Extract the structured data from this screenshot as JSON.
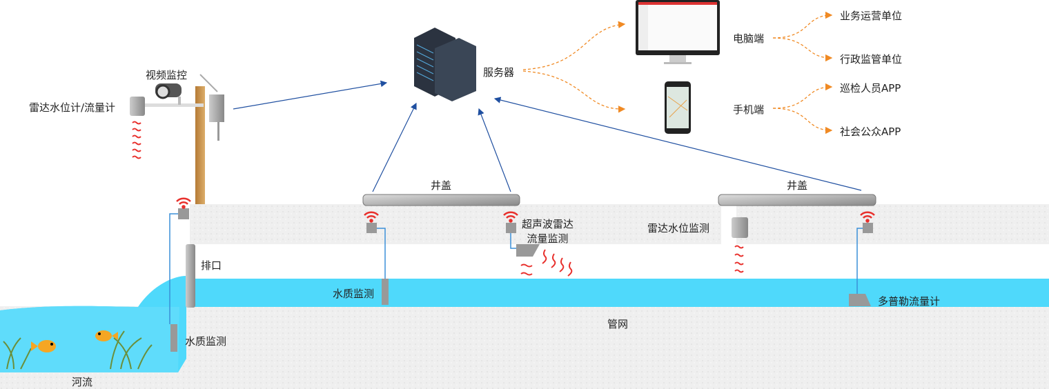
{
  "labels": {
    "video": "视频监控",
    "radar_level_flow": "雷达水位计/流量计",
    "server": "服务器",
    "pc": "电脑端",
    "mobile": "手机端",
    "biz_unit": "业务运营单位",
    "admin_unit": "行政监管单位",
    "patrol_app": "巡检人员APP",
    "public_app": "社会公众APP",
    "manhole1": "井盖",
    "manhole2": "井盖",
    "ultrasonic_1": "超声波雷达",
    "ultrasonic_2": "流量监测",
    "radar_level": "雷达水位监测",
    "outlet": "排口",
    "water_quality_pipe": "水质监测",
    "water_quality_river": "水质监测",
    "doppler": "多普勒流量计",
    "pipe_network": "管网",
    "river": "河流"
  },
  "colors": {
    "water": "#4fd9fb",
    "soil": "#eeeeee",
    "arrow": "#1f4fa0",
    "dash": "#f08a24",
    "signal": "#e8302c"
  }
}
